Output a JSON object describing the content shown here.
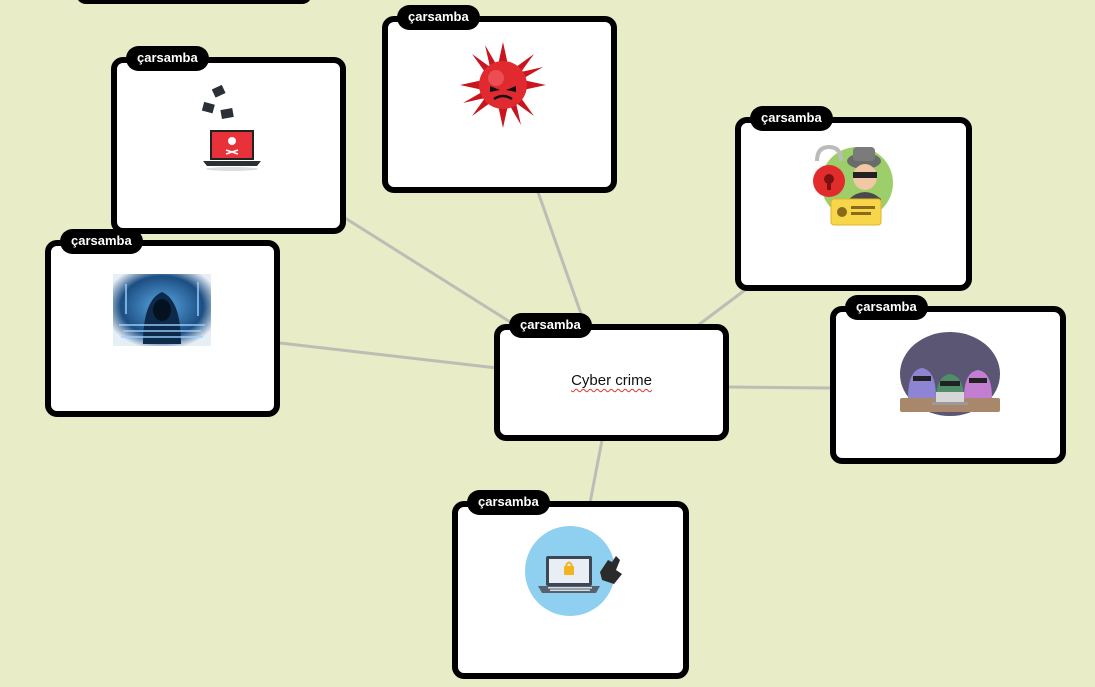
{
  "board": {
    "background": "#e8ecc7",
    "link_color": "#bdbdb6"
  },
  "center_post": {
    "tag": "çarsamba",
    "text": "Cyber crime"
  },
  "posts": [
    {
      "tag": "çarsamba",
      "icon": "ransomware-laptop-icon"
    },
    {
      "tag": "çarsamba",
      "icon": "virus-icon"
    },
    {
      "tag": "çarsamba",
      "icon": "identity-thief-icon"
    },
    {
      "tag": "çarsamba",
      "icon": "hooded-hacker-icon"
    },
    {
      "tag": "çarsamba",
      "icon": "hacker-group-icon"
    },
    {
      "tag": "çarsamba",
      "icon": "locked-laptop-hand-icon"
    }
  ]
}
